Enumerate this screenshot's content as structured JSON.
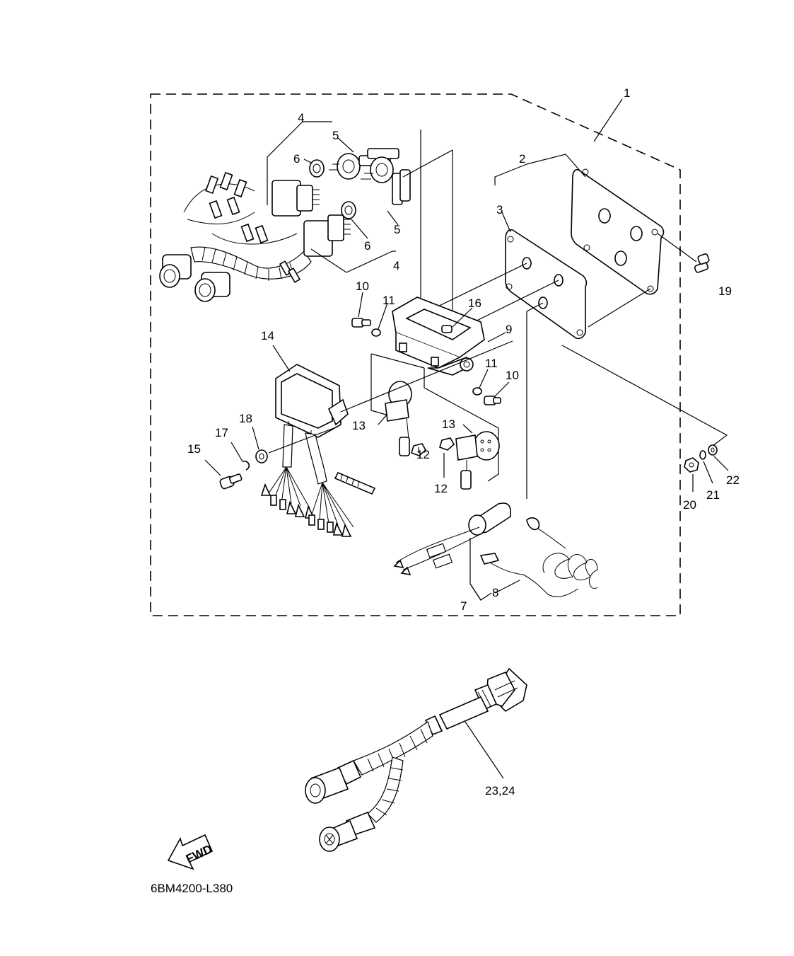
{
  "diagram": {
    "code": "6BM4200-L380",
    "direction_label": "FWD",
    "callouts": [
      "1",
      "2",
      "3",
      "4",
      "4",
      "5",
      "5",
      "6",
      "6",
      "7",
      "8",
      "9",
      "10",
      "10",
      "11",
      "11",
      "12",
      "12",
      "13",
      "13",
      "14",
      "15",
      "16",
      "17",
      "18",
      "19",
      "20",
      "21",
      "22",
      "23,24"
    ]
  }
}
